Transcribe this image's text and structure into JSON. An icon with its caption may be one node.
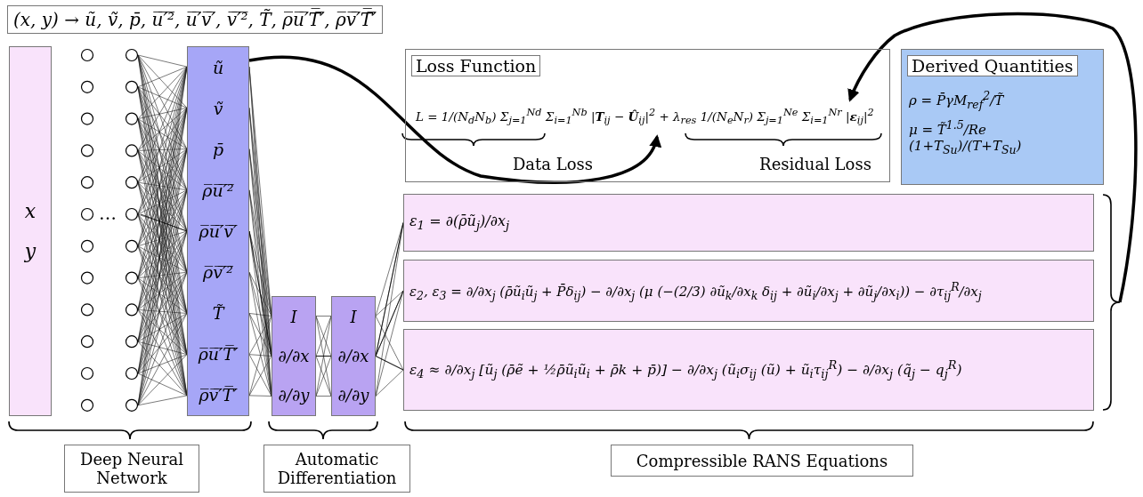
{
  "diagram": {
    "title": "(x, y) → ũ, ṽ, p̄, u̅′̅²̅, u̅′̅v̅′̅, v̅′̅²̅, T̃, ρ̅u̅′̅T̅′̅, ρ̅v̅′̅T̅′̅",
    "nodes": [
      {
        "text": [
          "x",
          "y"
        ]
      },
      {
        "text": [],
        "shape": "picture"
      },
      {
        "text": [
          "ũ",
          "ṽ",
          "p̄",
          "ρ̅u̅′̅²̅",
          "ρ̅u̅′̅v̅′̅",
          "ρ̅v̅′̅²̅",
          "T̃",
          "ρ̅u̅′̅T̅′̅",
          "ρ̅v̅′̅T̅′̅"
        ]
      },
      {
        "text": [
          "I",
          "∂/∂x",
          "∂/∂y"
        ]
      },
      {
        "text": [
          "I",
          "∂/∂x",
          "∂/∂y"
        ]
      },
      {
        "text": [
          "Loss Function"
        ]
      },
      {
        "text": [
          "L = 1/(N$_{d}$N$_{b}$) Σ$_{j=1}$$^{Nd}$ Σ$_{i=1}$$^{Nb}$ |**T**$_{ij}$ − **Û**$_{ij}$|$^{2}$ + λ$_{res}$ 1/(N$_{e}$N$_{r}$) Σ$_{j=1}$$^{Ne}$ Σ$_{i=1}$$^{Nr}$ |**ε**$_{ij}$|$^{2}$"
        ],
        "in": 5
      },
      {
        "text": [
          "Data Loss"
        ],
        "in": 5
      },
      {
        "text": [
          "Residual Loss"
        ],
        "in": 5
      },
      {
        "text": [
          "Derived Quantities",
          "ρ = P̄γM$_{ref}$$^{2}$/T̃",
          "μ = T̃$^{1.5}$/Re (1+T$_{Su}$)/(T+T$_{Su}$)"
        ]
      },
      {
        "text": [
          "ε$_{1}$ = ∂(ρ̄ũ$_{j}$)/∂x$_{j}$"
        ]
      },
      {
        "text": [
          "ε$_{2}$, ε$_{3}$ = ∂/∂x$_{j}$ (ρ̄ũ$_{i}$ũ$_{j}$ + P̄δ$_{ij}$) − ∂/∂x$_{j}$ (μ (−(2/3) ∂ũ$_{k}$/∂x$_{k}$ δ$_{ij}$ + ∂ũ$_{i}$/∂x$_{j}$ + ∂ũ$_{j}$/∂x$_{i}$)) − ∂τ$_{ij}$$^{R}$/∂x$_{j}$"
        ]
      },
      {
        "text": [
          "ε$_{4}$ ≈ ∂/∂x$_{j}$ [ũ$_{j}$ (ρ̄ẽ + ½ρ̄ũ$_{i}$ũ$_{i}$ + ρ̄k + p̄)] − ∂/∂x$_{j}$ (ũ$_{i}$σ$_{ij}$ (ũ) + ũ$_{i}$τ$_{ij}$$^{R}$) − ∂/∂x$_{j}$ (q̃$_{j}$ − q$_{j}$$^{R}$)"
        ]
      },
      {
        "text": [
          "Deep Neural Network"
        ]
      },
      {
        "text": [
          "Automatic Differentiation"
        ]
      },
      {
        "text": [
          "Compressible RANS Equations"
        ]
      },
      {
        "text": [],
        "shape": "brace"
      }
    ],
    "edges": [
      {
        "from": 1,
        "to": 2,
        "arrow": "none"
      },
      {
        "from": 2,
        "to": 3,
        "arrow": "none"
      },
      {
        "from": 3,
        "to": 4,
        "arrow": "none"
      },
      {
        "from": 4,
        "to": 10,
        "arrow": "none"
      },
      {
        "from": 4,
        "to": 11,
        "arrow": "none"
      },
      {
        "from": 4,
        "to": 12,
        "arrow": "none"
      },
      {
        "from": 2,
        "to": 6,
        "arrow": "to",
        "style": "thick"
      },
      {
        "from": 16,
        "to": 6,
        "arrow": "to",
        "style": "thick"
      }
    ],
    "labels": [
      "…"
    ]
  }
}
